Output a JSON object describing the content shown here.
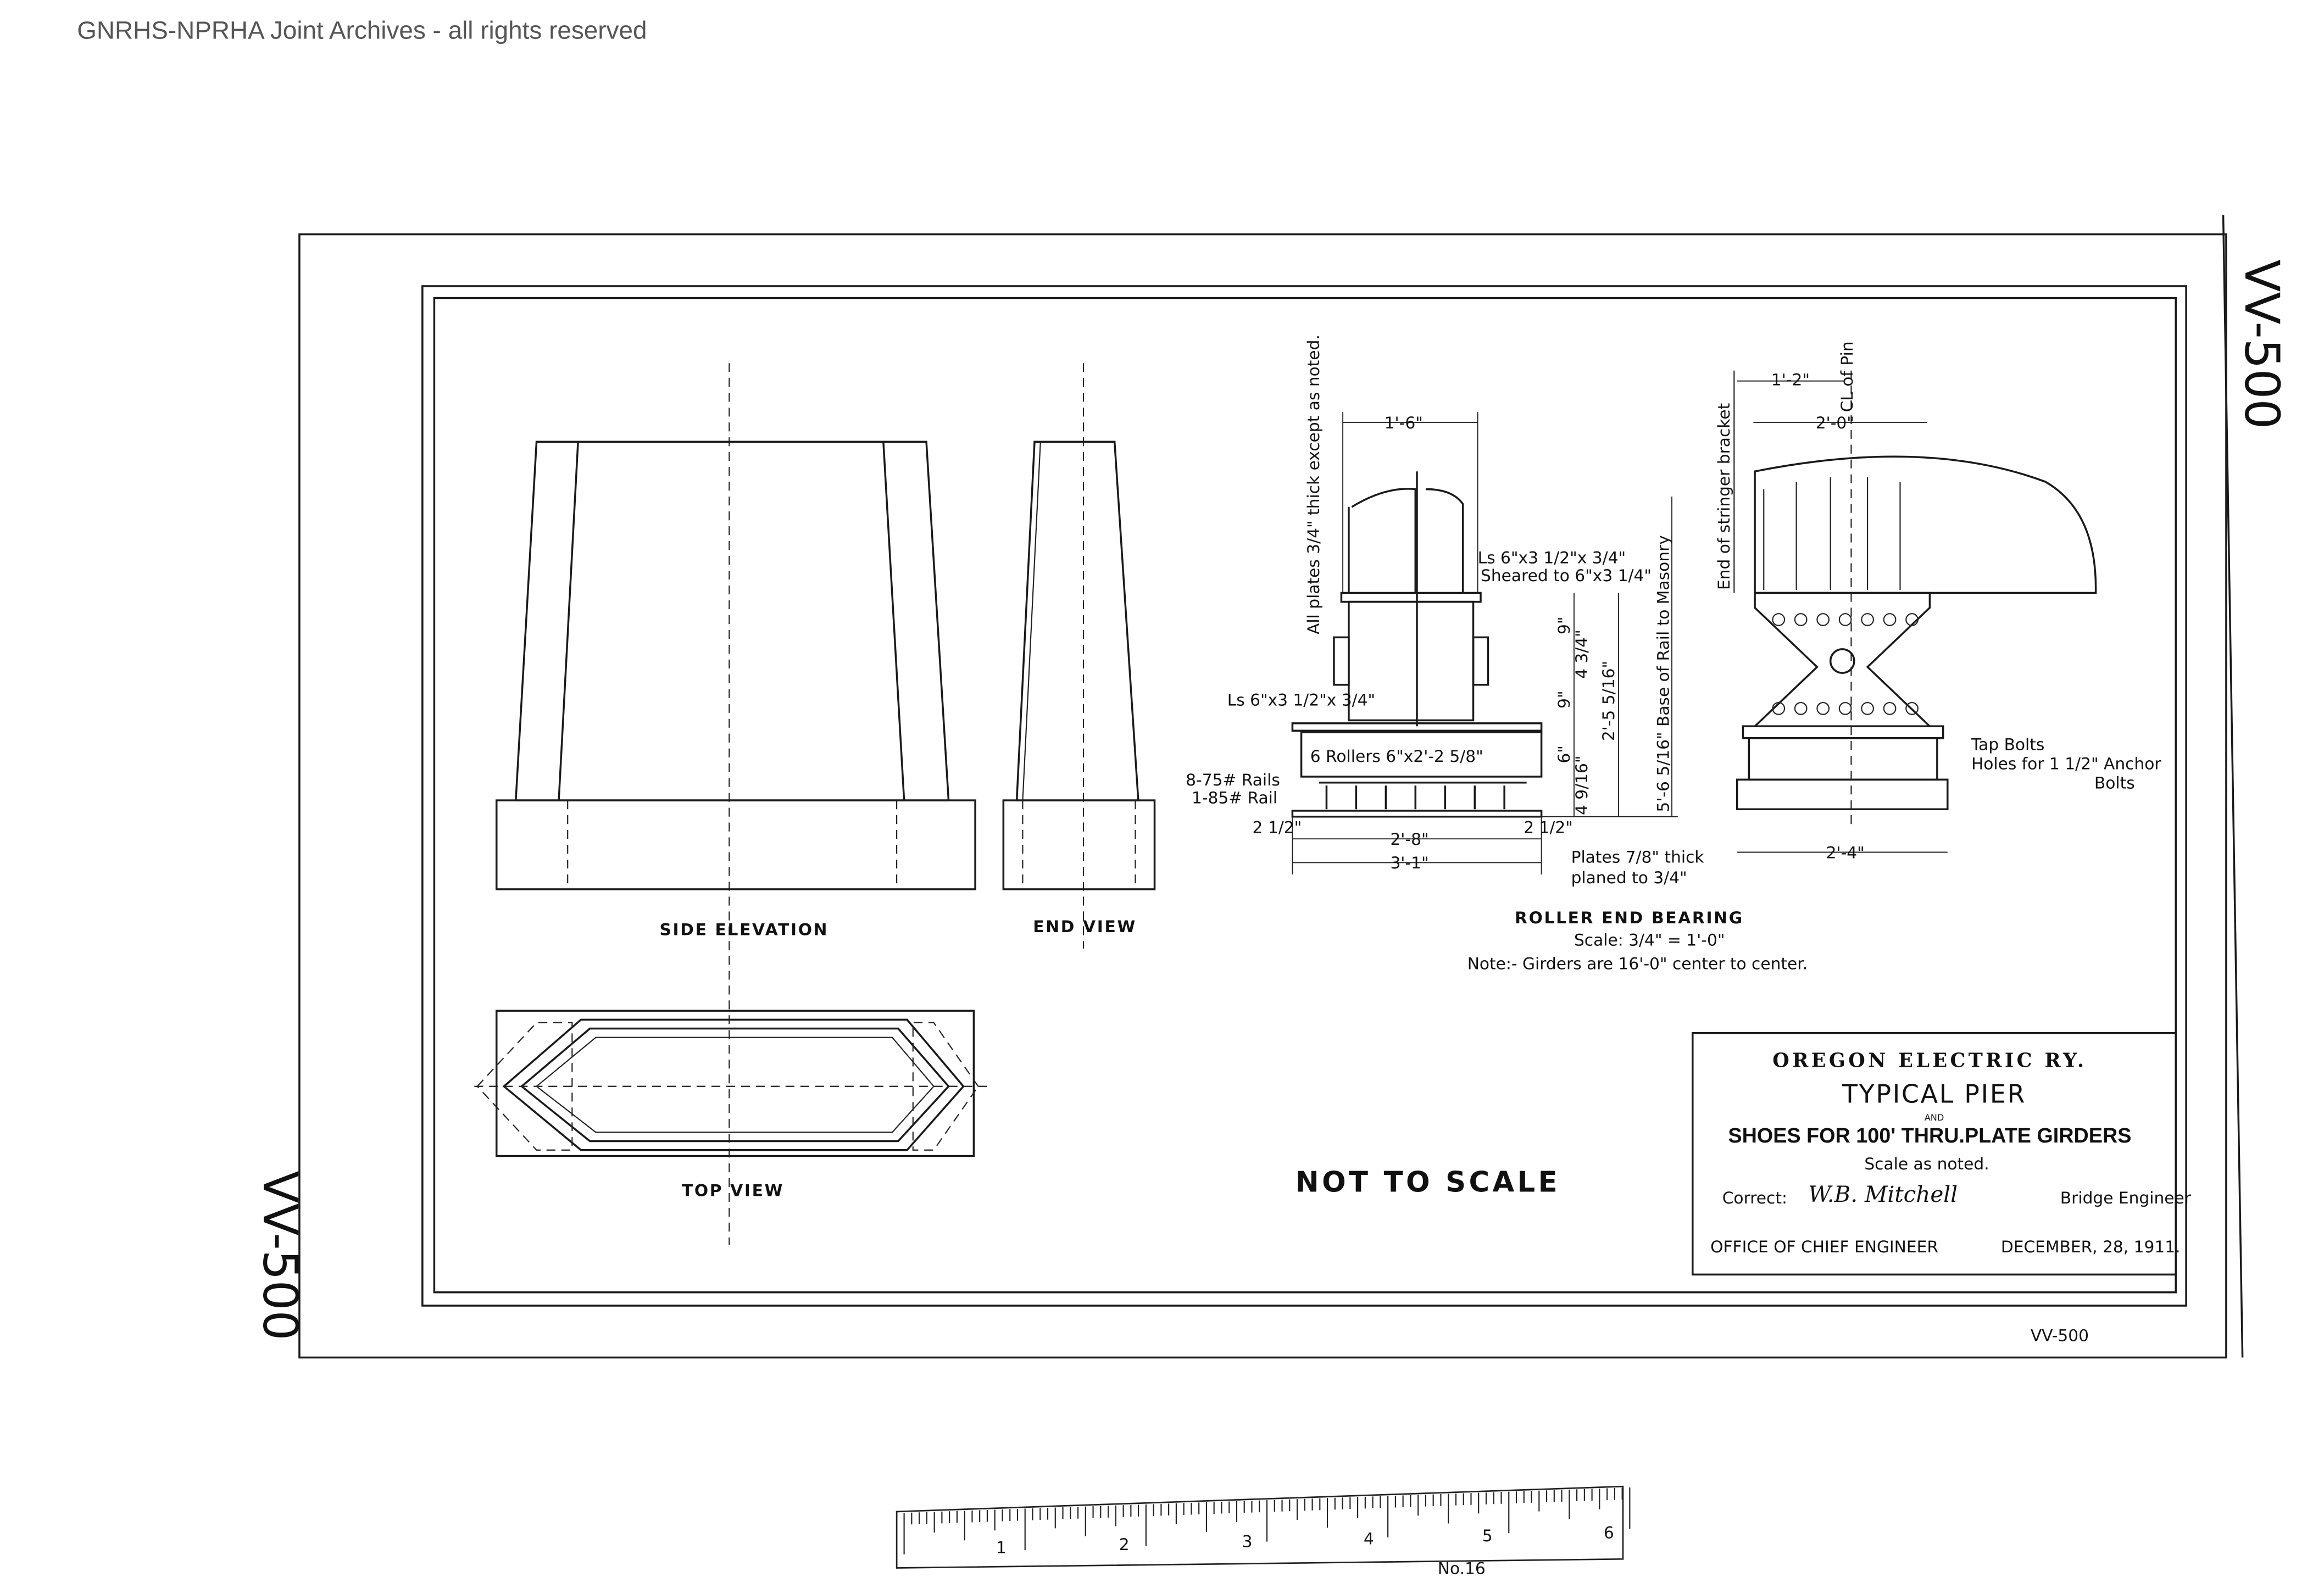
{
  "header": {
    "watermark": "GNRHS-NPRHA Joint Archives - all rights reserved"
  },
  "drawing_number": "VV-500",
  "drawing_number_small": "VV-500",
  "views": {
    "side_elevation": "SIDE ELEVATION",
    "end_view": "END VIEW",
    "top_view": "TOP VIEW",
    "not_to_scale": "NOT TO SCALE"
  },
  "roller_bearing": {
    "title": "ROLLER END BEARING",
    "scale": "Scale: 3/4\" = 1'-0\"",
    "note": "Note:- Girders are 16'-0\" center to center.",
    "all_plates": "All plates 3/4\" thick except as noted.",
    "angles_top": "Ls 6\"x3 1/2\"x 3/4\"",
    "sheared": "Sheared to 6\"x3 1/4\"",
    "angles_side": "Ls 6\"x3 1/2\"x 3/4\"",
    "rollers": "6 Rollers 6\"x2'-2 5/8\"",
    "rails_1": "8-75# Rails",
    "rails_2": "1-85# Rail",
    "dim_top": "1'-6\"",
    "dim_9a": "9\"",
    "dim_9b": "9\"",
    "dim_6": "6\"",
    "dim_small": "4 3/4\"",
    "dim_rail": "4 9/16\"",
    "dim_height": "2'-5 5/16\"",
    "dim_base": "5'-6 5/16\" Base of Rail to Masonry",
    "dim_28": "2'-8\"",
    "dim_31": "3'-1\"",
    "dim_side_l": "2 1/2\"",
    "dim_side_r": "2 1/2\"",
    "plates_1": "Plates 7/8\" thick",
    "plates_2": "planed to 3/4\""
  },
  "shoe_side": {
    "stringer": "End of stringer bracket",
    "pin": "CL of Pin",
    "dim_12": "1'-2\"",
    "dim_20": "2'-0\"",
    "dim_24": "2'-4\"",
    "tap_bolts": "Tap Bolts",
    "holes": "Holes for 1 1/2\" Anchor",
    "bolts": "Bolts"
  },
  "title_block": {
    "company": "OREGON ELECTRIC RY.",
    "title": "TYPICAL PIER",
    "and": "AND",
    "subtitle": "SHOES FOR 100' THRU.PLATE GIRDERS",
    "scale": "Scale as noted.",
    "correct_label": "Correct:",
    "signature": "W.B. Mitchell",
    "engineer": "Bridge Engineer",
    "office": "OFFICE OF CHIEF ENGINEER",
    "date": "DECEMBER, 28, 1911."
  },
  "ruler": {
    "numbers": [
      "1",
      "2",
      "3",
      "4",
      "5",
      "6"
    ],
    "maker": "No.16"
  }
}
